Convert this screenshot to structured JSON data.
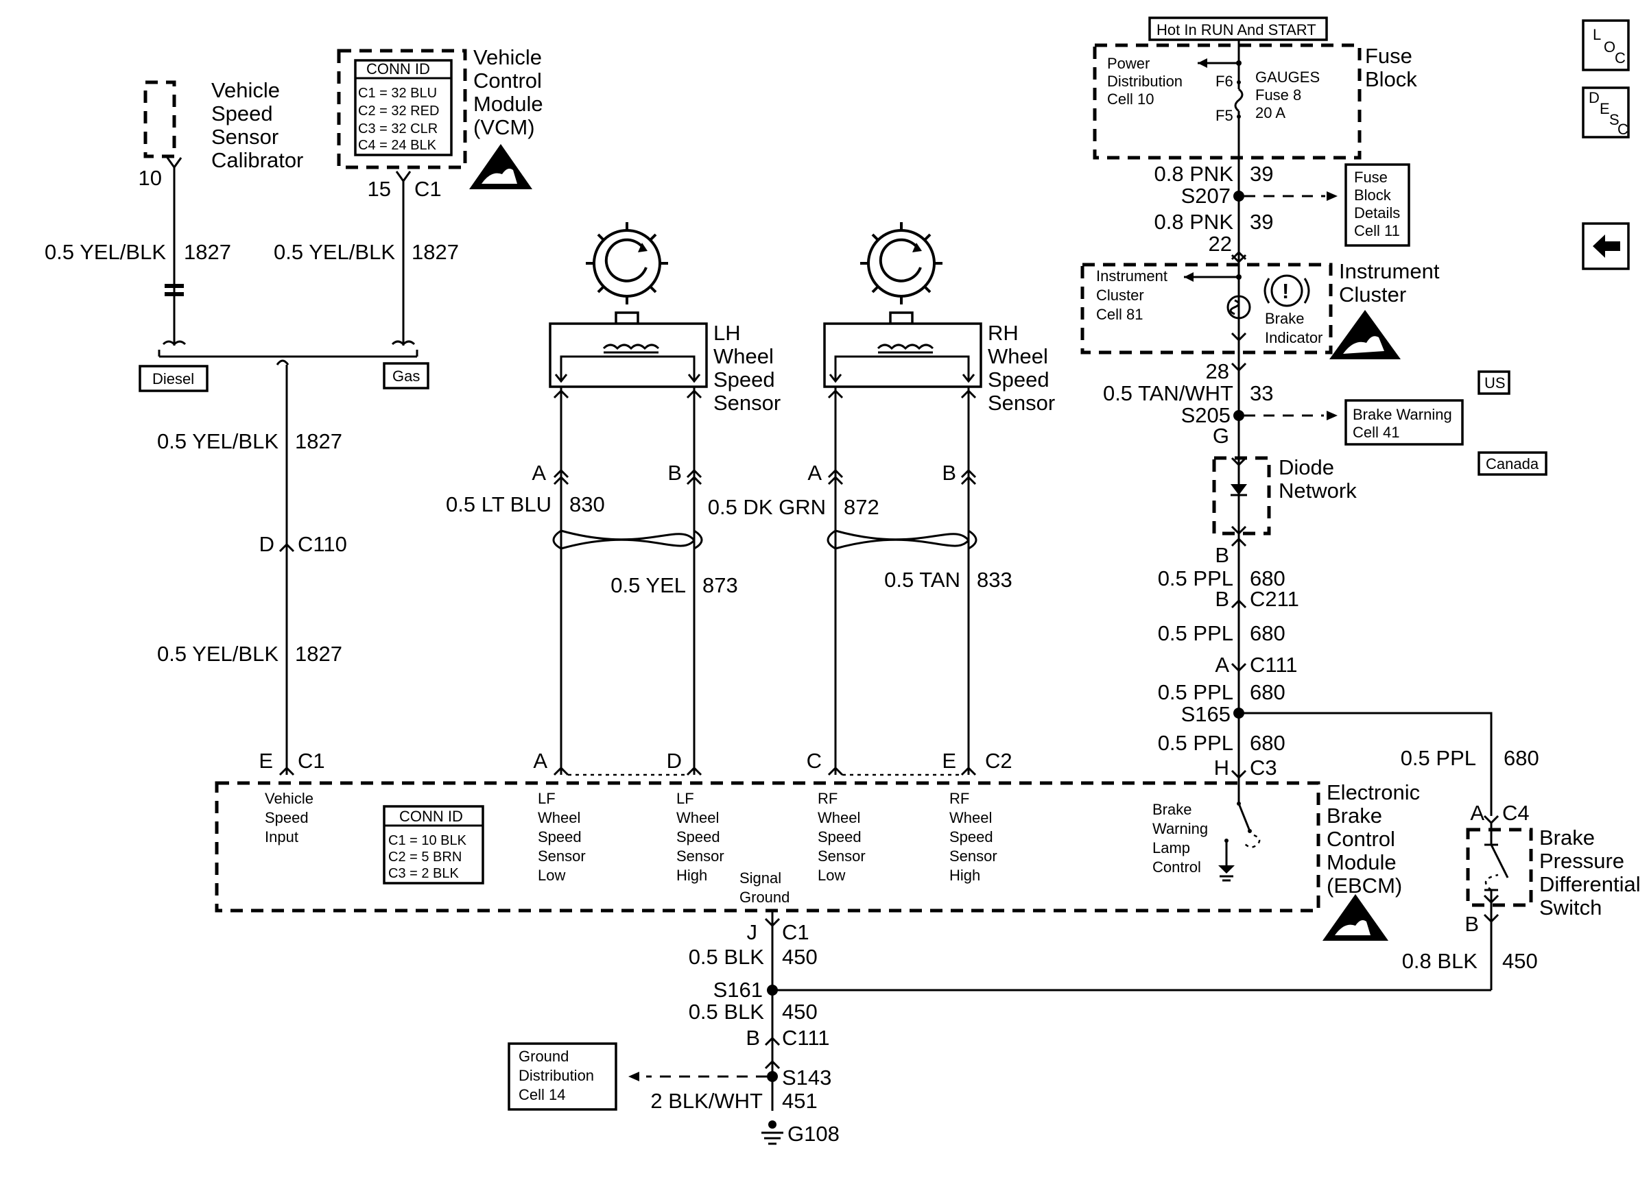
{
  "nav": {
    "loc_main": "L",
    "loc_sub": "O",
    "loc_sub2": "C",
    "desc_main": "D",
    "desc_e": "E",
    "desc_s": "S",
    "desc_c": "C",
    "back": "back-arrow-icon"
  },
  "fuse_block": {
    "header": "Hot In RUN And START",
    "title_1": "Fuse",
    "title_2": "Block",
    "pd_1": "Power",
    "pd_2": "Distribution",
    "pd_3": "Cell 10",
    "f6": "F6",
    "f5": "F5",
    "gauges_1": "GAUGES",
    "gauges_2": "Fuse 8",
    "gauges_3": "20 A"
  },
  "fuse_details": {
    "l1": "Fuse",
    "l2": "Block",
    "l3": "Details",
    "l4": "Cell 11"
  },
  "right_wires": {
    "w1_color": "0.8 PNK",
    "w1_circuit": "39",
    "s207": "S207",
    "w2_color": "0.8 PNK",
    "w2_circuit": "39",
    "pin22": "22",
    "pin28": "28",
    "w3_color": "0.5 TAN/WHT",
    "w3_circuit": "33",
    "s205": "S205",
    "pinG": "G",
    "pinB_top": "B",
    "w4_color": "0.5 PPL",
    "w4_circuit": "680",
    "c211_pin": "B",
    "c211": "C211",
    "w5_color": "0.5 PPL",
    "w5_circuit": "680",
    "c111_pin": "A",
    "c111": "C111",
    "w6_color": "0.5 PPL",
    "w6_circuit": "680",
    "s165": "S165",
    "w7_color": "0.5 PPL",
    "w7_circuit": "680",
    "c3_pin": "H",
    "c3": "C3",
    "w8_color": "0.5 PPL",
    "w8_circuit": "680",
    "c4_pin": "A",
    "c4": "C4",
    "sw_b": "B",
    "w9_color": "0.8 BLK",
    "w9_circuit": "450"
  },
  "instrument_cluster": {
    "title_1": "Instrument",
    "title_2": "Cluster",
    "cell_1": "Instrument",
    "cell_2": "Cluster",
    "cell_3": "Cell 81",
    "bi_1": "Brake",
    "bi_2": "Indicator"
  },
  "brake_warning": {
    "l1": "Brake Warning",
    "l2": "Cell 41"
  },
  "diode": {
    "l1": "Diode",
    "l2": "Network"
  },
  "tags": {
    "us": "US",
    "canada": "Canada"
  },
  "vss_cal": {
    "l1": "Vehicle",
    "l2": "Speed",
    "l3": "Sensor",
    "l4": "Calibrator",
    "pin": "10",
    "color": "0.5 YEL/BLK",
    "circuit": "1827"
  },
  "vcm": {
    "conn_title": "CONN ID",
    "c1": "C1 = 32 BLU",
    "c2": "C2 = 32 RED",
    "c3": "C3 = 32 CLR",
    "c4": "C4 = 24 BLK",
    "l1": "Vehicle",
    "l2": "Control",
    "l3": "Module",
    "l4": "(VCM)",
    "pin": "15",
    "conn": "C1",
    "color": "0.5 YEL/BLK",
    "circuit": "1827"
  },
  "option_tags": {
    "diesel": "Diesel",
    "gas": "Gas"
  },
  "vss_wire": {
    "w1_color": "0.5 YEL/BLK",
    "w1_circuit": "1827",
    "c110_pin": "D",
    "c110": "C110",
    "w2_color": "0.5 YEL/BLK",
    "w2_circuit": "1827",
    "c1_pin": "E",
    "c1": "C1"
  },
  "lh_sensor": {
    "l1": "LH",
    "l2": "Wheel",
    "l3": "Speed",
    "l4": "Sensor",
    "pa": "A",
    "pb": "B",
    "a_color": "0.5 LT BLU",
    "a_circuit": "830",
    "b_color": "0.5 YEL",
    "b_circuit": "873",
    "ebcm_a": "A",
    "ebcm_d": "D"
  },
  "rh_sensor": {
    "l1": "RH",
    "l2": "Wheel",
    "l3": "Speed",
    "l4": "Sensor",
    "pa": "A",
    "pb": "B",
    "a_color": "0.5 DK GRN",
    "a_circuit": "872",
    "b_color": "0.5 TAN",
    "b_circuit": "833",
    "ebcm_c": "C",
    "ebcm_e": "E",
    "c2": "C2"
  },
  "ebcm": {
    "title_1": "Electronic",
    "title_2": "Brake",
    "title_3": "Control",
    "title_4": "Module",
    "title_5": "(EBCM)",
    "conn_title": "CONN ID",
    "c1": "C1 = 10 BLK",
    "c2": "C2 = 5 BRN",
    "c3": "C3 = 2 BLK",
    "vsi_1": "Vehicle",
    "vsi_2": "Speed",
    "vsi_3": "Input",
    "lfl_1": "LF",
    "lfl_2": "Wheel",
    "lfl_3": "Speed",
    "lfl_4": "Sensor",
    "lfl_5": "Low",
    "lfh_1": "LF",
    "lfh_2": "Wheel",
    "lfh_3": "Speed",
    "lfh_4": "Sensor",
    "lfh_5": "High",
    "rfl_1": "RF",
    "rfl_2": "Wheel",
    "rfl_3": "Speed",
    "rfl_4": "Sensor",
    "rfl_5": "Low",
    "rfh_1": "RF",
    "rfh_2": "Wheel",
    "rfh_3": "Speed",
    "rfh_4": "Sensor",
    "rfh_5": "High",
    "sg_1": "Signal",
    "sg_2": "Ground",
    "bw_1": "Brake",
    "bw_2": "Warning",
    "bw_3": "Lamp",
    "bw_4": "Control"
  },
  "bpds": {
    "l1": "Brake",
    "l2": "Pressure",
    "l3": "Differential",
    "l4": "Switch"
  },
  "ground": {
    "j_pin": "J",
    "c1": "C1",
    "w1_color": "0.5 BLK",
    "w1_circuit": "450",
    "s161": "S161",
    "w2_color": "0.5 BLK",
    "w2_circuit": "450",
    "c111_pin": "B",
    "c111": "C111",
    "s143": "S143",
    "w3_color": "2 BLK/WHT",
    "w3_circuit": "451",
    "g108": "G108",
    "gd_1": "Ground",
    "gd_2": "Distribution",
    "gd_3": "Cell 14"
  }
}
